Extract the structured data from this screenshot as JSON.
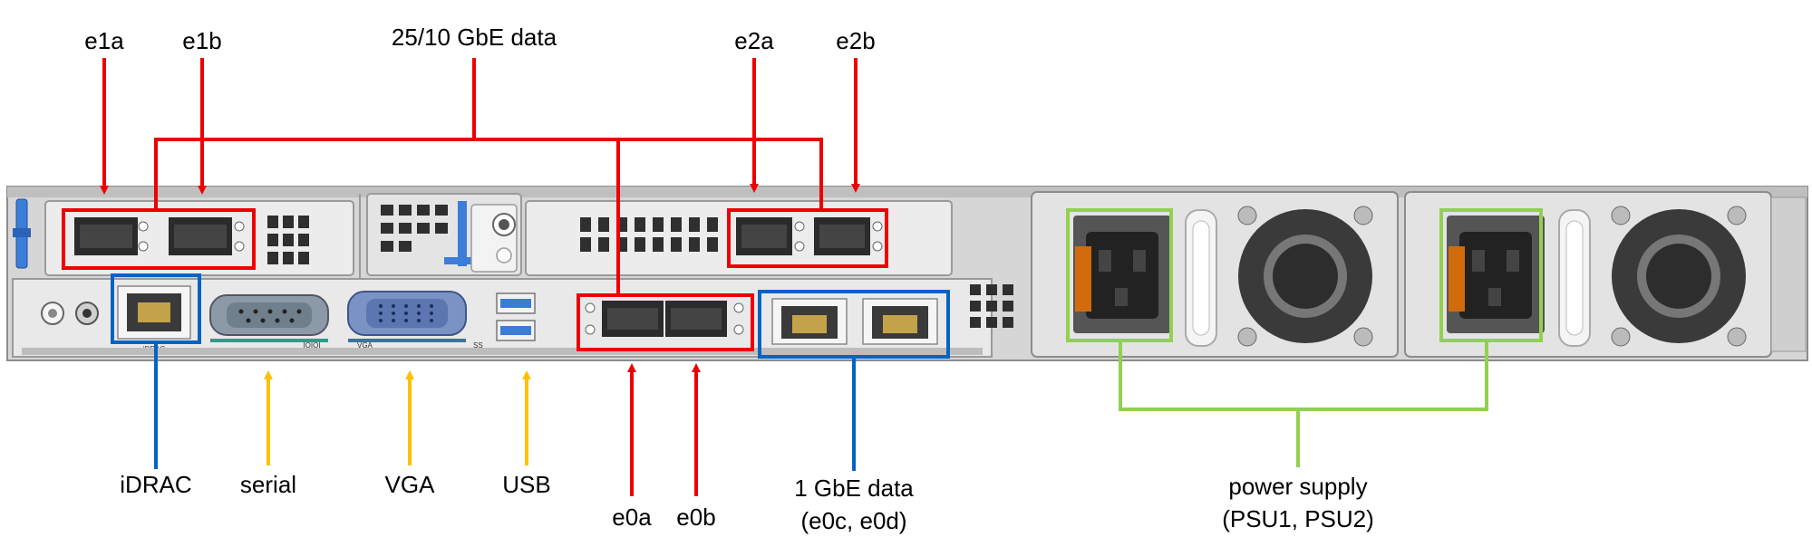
{
  "labels": {
    "e1a": "e1a",
    "e1b": "e1b",
    "data_25_10": "25/10 GbE data",
    "e2a": "e2a",
    "e2b": "e2b",
    "idrac": "iDRAC",
    "serial": "serial",
    "vga": "VGA",
    "usb": "USB",
    "e0a": "e0a",
    "e0b": "e0b",
    "gbe_1_line1": "1 GbE data",
    "gbe_1_line2": "(e0c, e0d)",
    "power_line1": "power supply",
    "power_line2": "(PSU1, PSU2)"
  },
  "panel_markings": {
    "idrac_tag": "iDRAC",
    "serial_tag": "IOIOI",
    "vga_tag": "VGA",
    "usb_tag": "SS"
  },
  "colors": {
    "red": "#ee0000",
    "blue": "#0563c1",
    "yellow": "#ffc000",
    "green": "#92d050",
    "chassis": "#d9d9d9",
    "panel": "#efefef"
  }
}
